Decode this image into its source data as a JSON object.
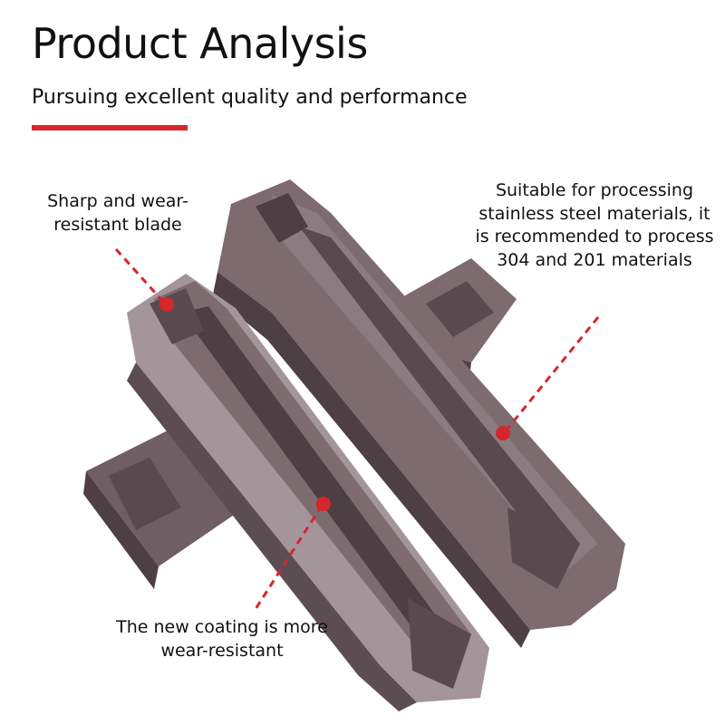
{
  "header": {
    "title": "Product Analysis",
    "subtitle": "Pursuing excellent quality and performance"
  },
  "callouts": {
    "blade": "Sharp and wear-resistant blade",
    "material": "Suitable for processing stainless steel materials, it is recommended to process 304 and 201 materials",
    "coating": "The new coating is more wear-resistant"
  },
  "colors": {
    "accent": "#d7262b",
    "text": "#111111",
    "insert_body": "#7d6b6f",
    "insert_dark": "#4d3f43",
    "insert_light": "#a3959a",
    "background": "#ffffff"
  },
  "icons": {
    "callout_marker": "red-dot-icon"
  }
}
